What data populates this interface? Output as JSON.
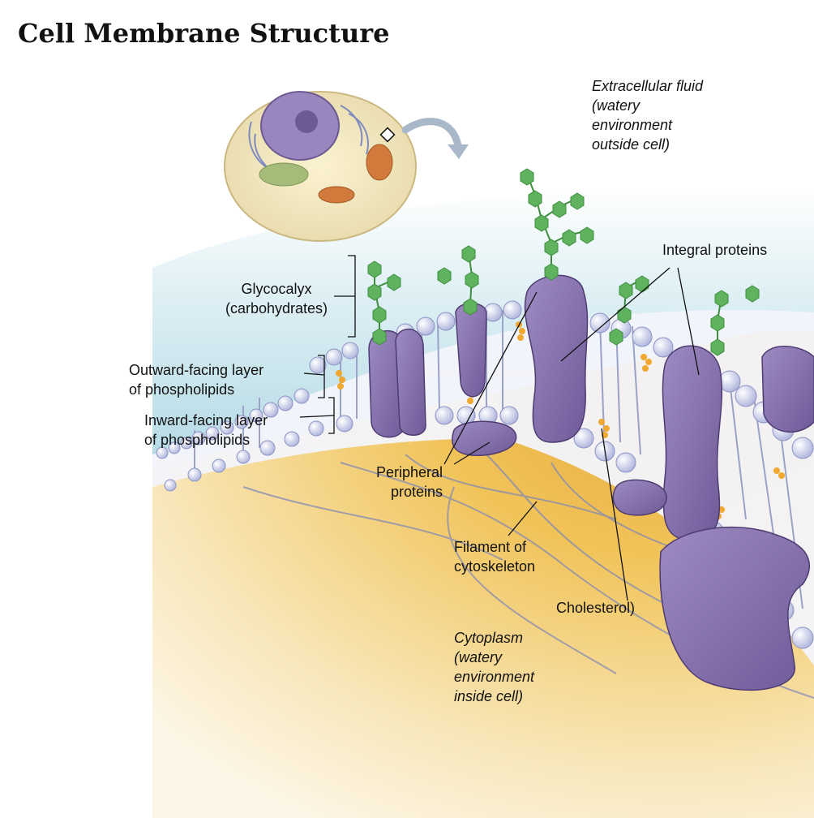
{
  "title": "Cell Membrane Structure",
  "labels": {
    "extracellular": [
      "Extracellular fluid",
      "(watery",
      "environment",
      "outside cell)"
    ],
    "integral": "Integral proteins",
    "glycocalyx": [
      "Glycocalyx",
      "(carbohydrates)"
    ],
    "outward": [
      "Outward-facing layer",
      "of phospholipids"
    ],
    "inward": [
      "Inward-facing layer",
      "of phospholipids"
    ],
    "peripheral": [
      "Peripheral",
      "proteins"
    ],
    "filament": [
      "Filament of",
      "cytoskeleton"
    ],
    "cholesterol": "Cholesterol)",
    "cytoplasm": [
      "Cytoplasm",
      "(watery",
      "environment",
      "inside cell)"
    ]
  },
  "colors": {
    "protein": "#8b74ad",
    "protein_dark": "#5f4a85",
    "head": "#dfe2f4",
    "carbohydrate": "#5fb35f",
    "cytoplasm": "#eec352",
    "extracellular": "#bfe0ea",
    "cholesterol": "#f0a830"
  }
}
